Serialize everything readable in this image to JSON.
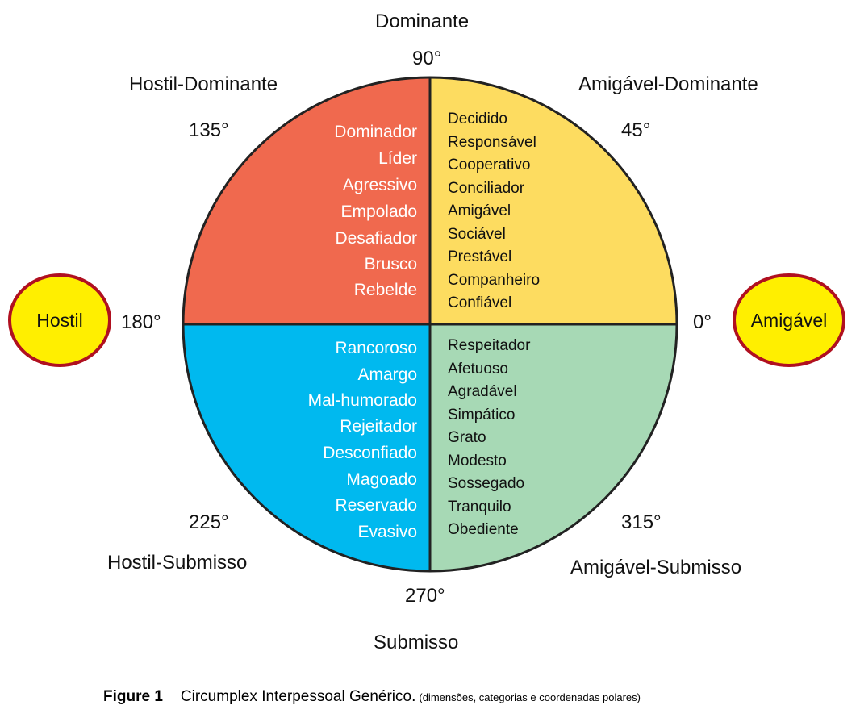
{
  "axes": {
    "top": "Dominante",
    "bottom": "Submisso"
  },
  "angles": {
    "a90": "90°",
    "a45": "45°",
    "a135": "135°",
    "a180": "180°",
    "a0": "0°",
    "a225": "225°",
    "a270": "270°",
    "a315": "315°"
  },
  "octants": {
    "hostil_dominante": "Hostil-Dominante",
    "amigavel_dominante": "Amigável-Dominante",
    "hostil_submisso": "Hostil-Submisso",
    "amigavel_submisso": "Amigável-Submisso"
  },
  "poles": {
    "left": "Hostil",
    "right": "Amigável"
  },
  "quadrants": {
    "top_left": {
      "color": "#f0694e",
      "text_color": "#ffffff",
      "words": [
        "Dominador",
        "Líder",
        "Agressivo",
        "Empolado",
        "Desafiador",
        "Brusco",
        "Rebelde"
      ]
    },
    "top_right": {
      "color": "#fddc60",
      "text_color": "#111111",
      "words": [
        "Decidido",
        "Responsável",
        "Cooperativo",
        "Conciliador",
        "Amigável",
        "Sociável",
        "Prestável",
        "Companheiro",
        "Confiável"
      ]
    },
    "bottom_left": {
      "color": "#00b9ef",
      "text_color": "#ffffff",
      "words": [
        "Rancoroso",
        "Amargo",
        "Mal-humorado",
        "Rejeitador",
        "Desconfiado",
        "Magoado",
        "Reservado",
        "Evasivo"
      ]
    },
    "bottom_right": {
      "color": "#a7d9b5",
      "text_color": "#111111",
      "words": [
        "Respeitador",
        "Afetuoso",
        "Agradável",
        "Simpático",
        "Grato",
        "Modesto",
        "Sossegado",
        "Tranquilo",
        "Obediente"
      ]
    }
  },
  "colors": {
    "pole_fill": "#ffef00",
    "pole_stroke": "#b01020",
    "outline": "#222222"
  },
  "caption": {
    "number": "Figure 1",
    "title": "Circumplex Interpessoal Genérico.",
    "note": "(dimensões, categorias e coordenadas polares)"
  }
}
